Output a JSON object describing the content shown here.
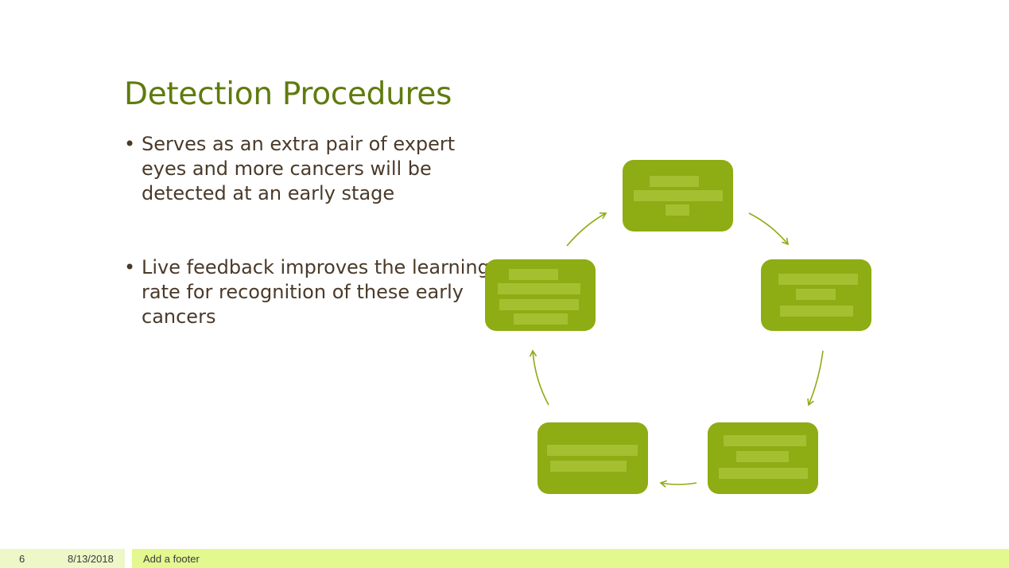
{
  "slide": {
    "title": "Detection Procedures",
    "bullets": [
      "Serves as an extra pair of expert eyes and more cancers will be detected at an early stage",
      "Live feedback improves the learning rate for recognition of these early cancers"
    ]
  },
  "cycle_diagram": {
    "box_color": "#8eac13",
    "arrow_color": "#8eac13",
    "box_count": 5
  },
  "footer": {
    "slide_number": "6",
    "date": "8/13/2018",
    "text": "Add a footer"
  }
}
